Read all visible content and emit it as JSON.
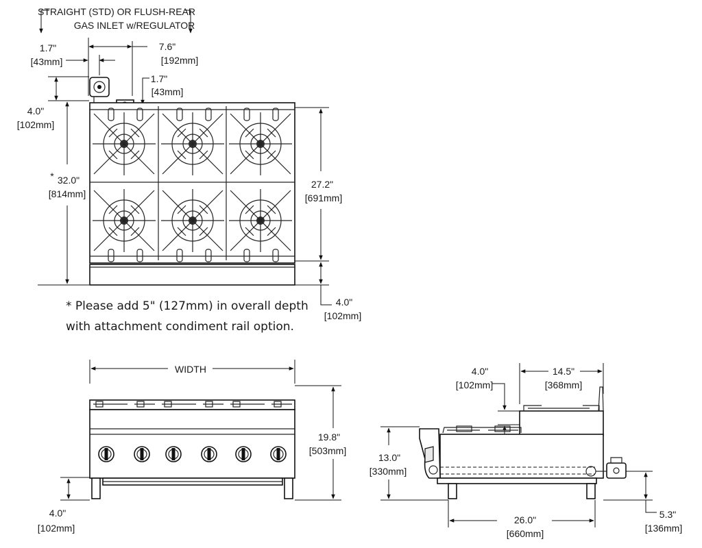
{
  "top_view": {
    "gas_inlet_label_line1": "STRAIGHT (STD) OR FLUSH-REAR",
    "gas_inlet_label_line2": "GAS INLET w/REGULATOR",
    "dim_inlet_offset": {
      "in": "1.7\"",
      "mm": "[43mm]"
    },
    "dim_inlet_span": {
      "in": "7.6\"",
      "mm": "[192mm]"
    },
    "dim_inlet_rear": {
      "in": "1.7\"",
      "mm": "[43mm]"
    },
    "dim_regulator_depth": {
      "in": "4.0\"",
      "mm": "[102mm]"
    },
    "dim_overall_depth": {
      "in": "32.0\"",
      "mm": "[814mm]",
      "asterisk": "*"
    },
    "dim_grate_depth": {
      "in": "27.2\"",
      "mm": "[691mm]"
    },
    "dim_front_depth": {
      "in": "4.0\"",
      "mm": "[102mm]"
    },
    "burner_columns": 3,
    "burner_rows": 2
  },
  "note": {
    "line1": "* Please add 5\" (127mm) in overall depth",
    "line2": "with attachment condiment rail option."
  },
  "front_view": {
    "width_label": "WIDTH",
    "dim_height": {
      "in": "19.8\"",
      "mm": "[503mm]"
    },
    "dim_leg": {
      "in": "4.0\"",
      "mm": "[102mm]"
    },
    "knob_count": 6
  },
  "side_view": {
    "dim_step_height": {
      "in": "4.0\"",
      "mm": "[102mm]"
    },
    "dim_rear_shelf": {
      "in": "14.5\"",
      "mm": "[368mm]"
    },
    "dim_height": {
      "in": "13.0\"",
      "mm": "[330mm]"
    },
    "dim_depth": {
      "in": "26.0\"",
      "mm": "[660mm]"
    },
    "dim_inlet_height": {
      "in": "5.3\"",
      "mm": "[136mm]"
    }
  }
}
